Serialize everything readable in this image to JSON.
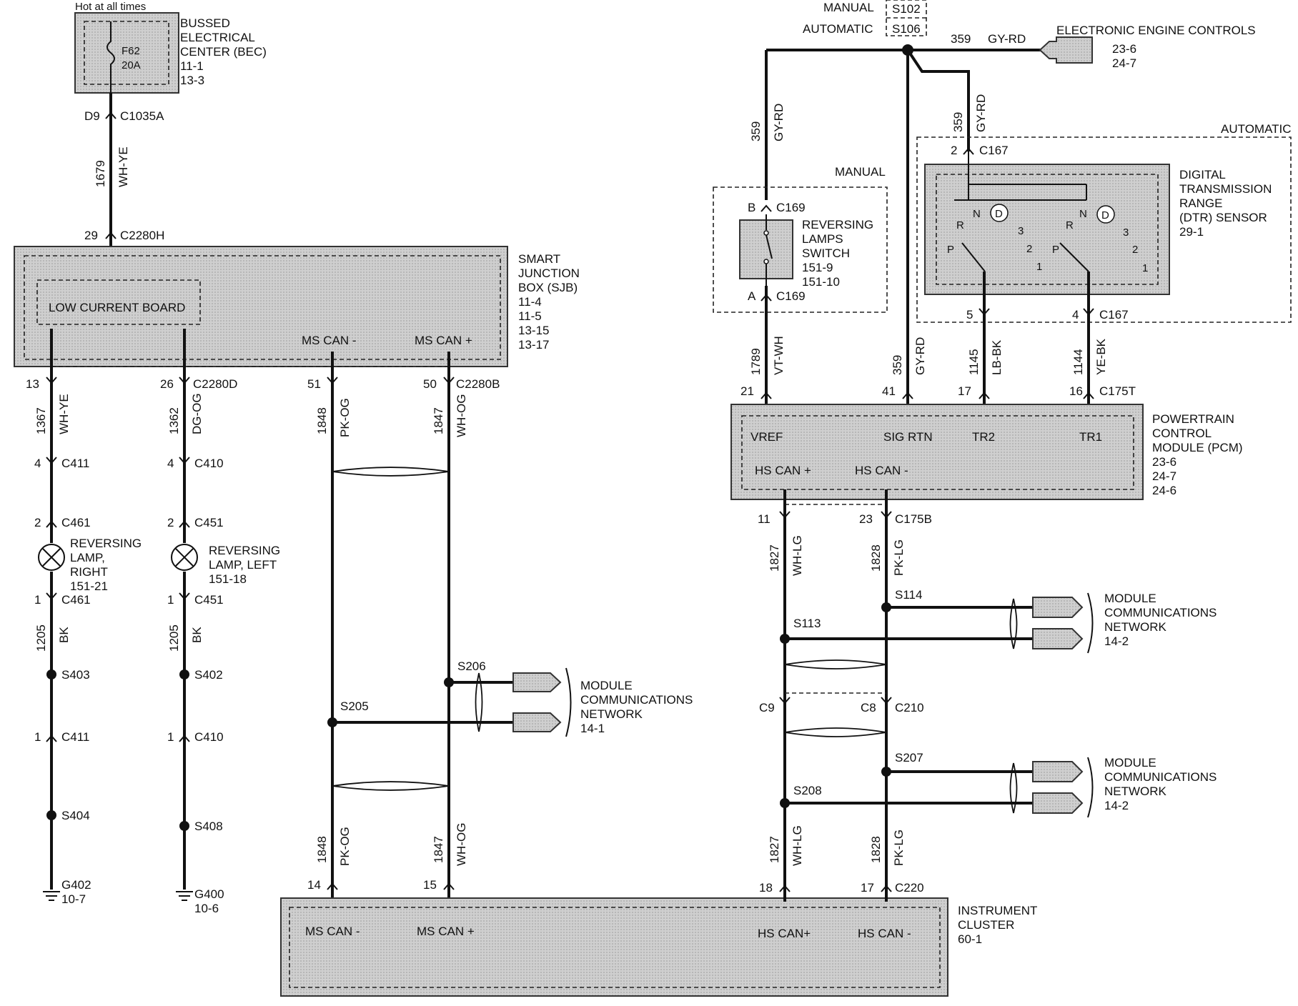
{
  "bec": {
    "hot": "Hot at all times",
    "name": [
      "BUSSED",
      "ELECTRICAL",
      "CENTER (BEC)",
      "11-1",
      "13-3"
    ],
    "fuse": "F62",
    "rating": "20A",
    "pin": "D9",
    "connector": "C1035A"
  },
  "w1679": {
    "num": "1679",
    "color": "WH-YE"
  },
  "sjb": {
    "name": [
      "SMART",
      "JUNCTION",
      "BOX (SJB)",
      "11-4",
      "11-5",
      "13-15",
      "13-17"
    ],
    "in_pin": "29",
    "in_conn": "C2280H",
    "board": "LOW CURRENT BOARD",
    "ms_can_minus": "MS CAN -",
    "ms_can_plus": "MS CAN +",
    "pins": [
      "13",
      "26",
      "51",
      "50"
    ],
    "conn_d": "C2280D",
    "conn_b": "C2280B"
  },
  "right_lamp": {
    "wire": {
      "num": "1367",
      "color": "WH-YE"
    },
    "c411_pin": "4",
    "c411": "C411",
    "c461_pin": "2",
    "c461": "C461",
    "name": [
      "REVERSING",
      "LAMP,",
      "RIGHT",
      "151-21"
    ],
    "c461b_pin": "1",
    "c461b": "C461",
    "gnd_wire": {
      "num": "1205",
      "color": "BK"
    },
    "splice1": "S403",
    "c411b_pin": "1",
    "c411b": "C411",
    "splice2": "S404",
    "ground": "G402",
    "ground_ref": "10-7"
  },
  "left_lamp": {
    "wire": {
      "num": "1362",
      "color": "DG-OG"
    },
    "c410_pin": "4",
    "c410": "C410",
    "c451_pin": "2",
    "c451": "C451",
    "name": [
      "REVERSING",
      "LAMP,  LEFT",
      "151-18"
    ],
    "c451b_pin": "1",
    "c451b": "C451",
    "gnd_wire": {
      "num": "1205",
      "color": "BK"
    },
    "splice1": "S402",
    "c410b_pin": "1",
    "c410b": "C410",
    "splice2": "S408",
    "ground": "G400",
    "ground_ref": "10-6"
  },
  "ms_can": {
    "w1848": {
      "num": "1848",
      "color": "PK-OG"
    },
    "w1847": {
      "num": "1847",
      "color": "WH-OG"
    },
    "s205": "S205",
    "s206": "S206",
    "network": [
      "MODULE",
      "COMMUNICATIONS",
      "NETWORK",
      "14-1"
    ]
  },
  "cluster": {
    "name": [
      "INSTRUMENT",
      "CLUSTER",
      "60-1"
    ],
    "pins": [
      "14",
      "15",
      "18",
      "17"
    ],
    "connector": "C220",
    "ms_can_minus": "MS CAN -",
    "ms_can_plus": "MS CAN +",
    "hs_can_plus": "HS CAN+",
    "hs_can_minus": "HS CAN -"
  },
  "top_right": {
    "manual": "MANUAL",
    "automatic": "AUTOMATIC",
    "s102": "S102",
    "s106": "S106",
    "w359": {
      "num": "359",
      "color": "GY-RD"
    },
    "eec": [
      "ELECTRONIC ENGINE CONTROLS",
      "23-6",
      "24-7"
    ]
  },
  "reversing_switch": {
    "section": "MANUAL",
    "pin_b": "B",
    "conn_b": "C169",
    "name": [
      "REVERSING",
      "LAMPS",
      "SWITCH",
      "151-9",
      "151-10"
    ],
    "pin_a": "A",
    "conn_a": "C169",
    "w1789": {
      "num": "1789",
      "color": "VT-WH"
    }
  },
  "dtr": {
    "section": "AUTOMATIC",
    "name": [
      "DIGITAL",
      "TRANSMISSION",
      "RANGE",
      "(DTR) SENSOR",
      "29-1"
    ],
    "pin2": "2",
    "conn_top": "C167",
    "contacts": [
      "R",
      "N",
      "D",
      "P",
      "3",
      "2",
      "1"
    ],
    "pin5": "5",
    "pin4": "4",
    "conn_bot": "C167",
    "w1145": {
      "num": "1145",
      "color": "LB-BK"
    },
    "w1144": {
      "num": "1144",
      "color": "YE-BK"
    }
  },
  "pcm": {
    "name": [
      "POWERTRAIN",
      "CONTROL",
      "MODULE (PCM)",
      "23-6",
      "24-7",
      "24-6"
    ],
    "in_pins": [
      "21",
      "41",
      "17",
      "16"
    ],
    "in_conn": "C175T",
    "vref": "VREF",
    "sig_rtn": "SIG RTN",
    "tr2": "TR2",
    "tr1": "TR1",
    "hs_can_plus": "HS CAN +",
    "hs_can_minus": "HS CAN -",
    "out_pins": [
      "11",
      "23"
    ],
    "out_conn": "C175B"
  },
  "hs_can": {
    "w1827": {
      "num": "1827",
      "color": "WH-LG"
    },
    "w1828": {
      "num": "1828",
      "color": "PK-LG"
    },
    "s114": "S114",
    "s113": "S113",
    "c9": "C9",
    "c8": "C8",
    "c210": "C210",
    "s207": "S207",
    "s208": "S208",
    "network": [
      "MODULE",
      "COMMUNICATIONS",
      "NETWORK",
      "14-2"
    ]
  }
}
